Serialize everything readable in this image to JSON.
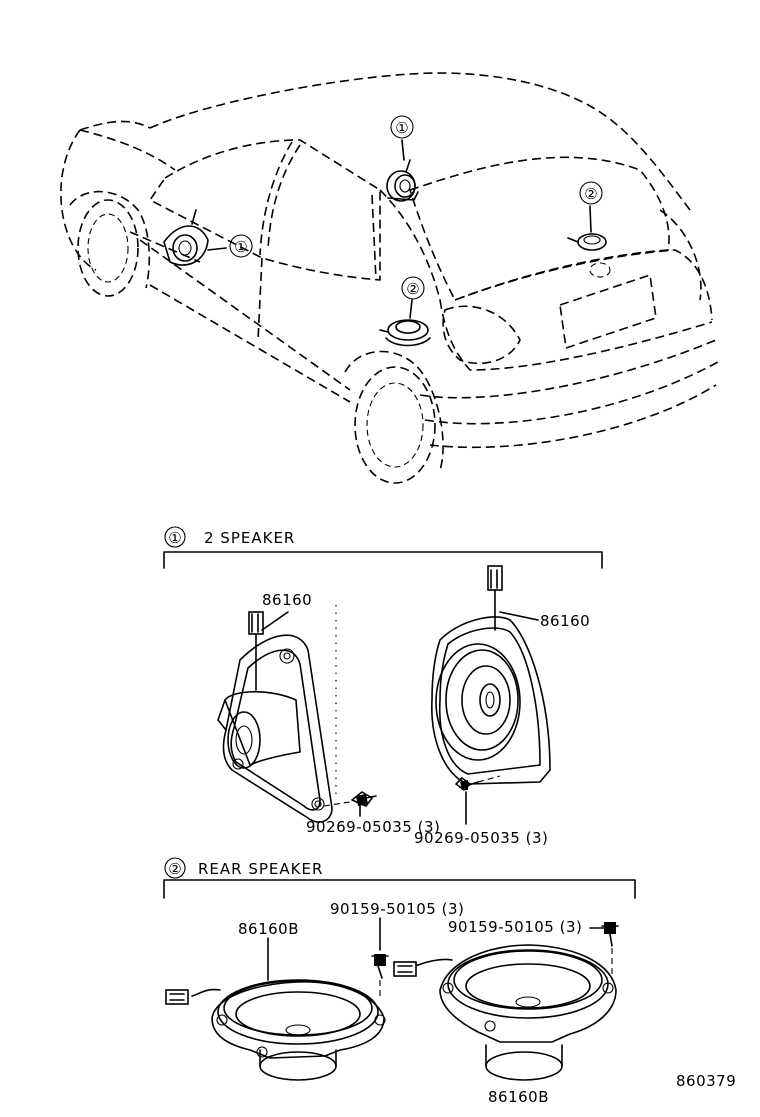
{
  "callouts": {
    "one": "①",
    "two": "②"
  },
  "sections": {
    "front": {
      "marker": "①",
      "title": "2 SPEAKER"
    },
    "rear": {
      "marker": "②",
      "title": "REAR SPEAKER"
    }
  },
  "parts": {
    "front_left_speaker": "86160",
    "front_right_speaker": "86160",
    "front_left_screw": "90269-05035 (3)",
    "front_right_screw": "90269-05035 (3)",
    "rear_left_screw": "90159-50105 (3)",
    "rear_right_screw": "90159-50105 (3)",
    "rear_left_speaker": "86160B",
    "rear_right_speaker": "86160B"
  },
  "figure_number": "860379"
}
